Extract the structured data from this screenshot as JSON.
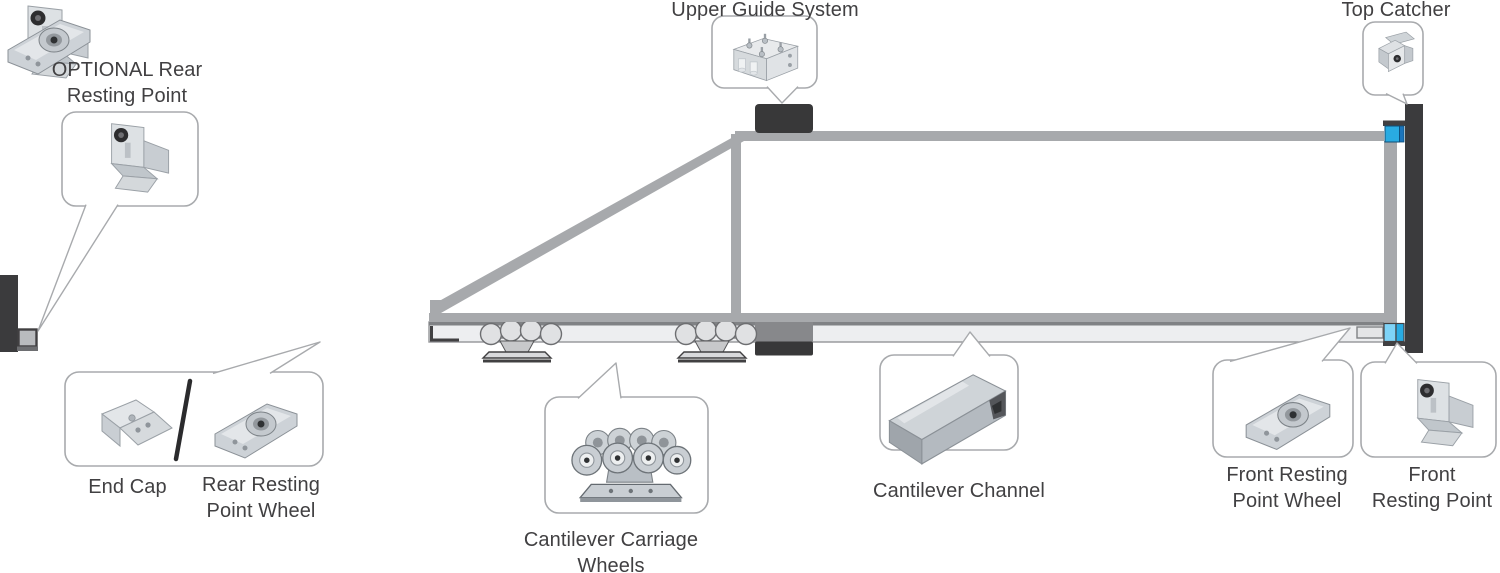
{
  "labels": {
    "optional_rear_resting_point": [
      "OPTIONAL Rear",
      "Resting Point"
    ],
    "upper_guide_system": [
      "Upper Guide System"
    ],
    "top_catcher": [
      "Top Catcher"
    ],
    "end_cap": [
      "End Cap"
    ],
    "rear_resting_point_wheel": [
      "Rear Resting",
      "Point Wheel"
    ],
    "cantilever_carriage_wheels": [
      "Cantilever Carriage",
      "Wheels"
    ],
    "cantilever_channel": [
      "Cantilever Channel"
    ],
    "front_resting_point_wheel": [
      "Front Resting",
      "Point Wheel"
    ],
    "front_resting_point": [
      "Front",
      "Resting Point"
    ]
  },
  "colors": {
    "accent_blue": "#29ABE2",
    "light_blue": "#7ED3F7",
    "dark_blue": "#1B75BC",
    "frame_gray": "#A7A9AC",
    "post_dark": "#3B3B3D",
    "channel_fill": "#EDEEF0",
    "channel_edge": "#808285",
    "text": "#414042",
    "callout_border": "#A8AAAD"
  },
  "icons": {
    "optional_rear_resting_point": "resting-point-bracket-icon",
    "end_cap": "end-cap-icon",
    "rear_resting_point_wheel": "resting-point-wheel-icon",
    "cantilever_carriage_wheels": "carriage-trolley-icon",
    "cantilever_channel": "channel-profile-icon",
    "upper_guide_system": "upper-guide-bracket-icon",
    "top_catcher": "top-catcher-bracket-icon",
    "front_resting_point_wheel": "resting-point-wheel-icon",
    "front_resting_point": "resting-point-bracket-icon"
  }
}
